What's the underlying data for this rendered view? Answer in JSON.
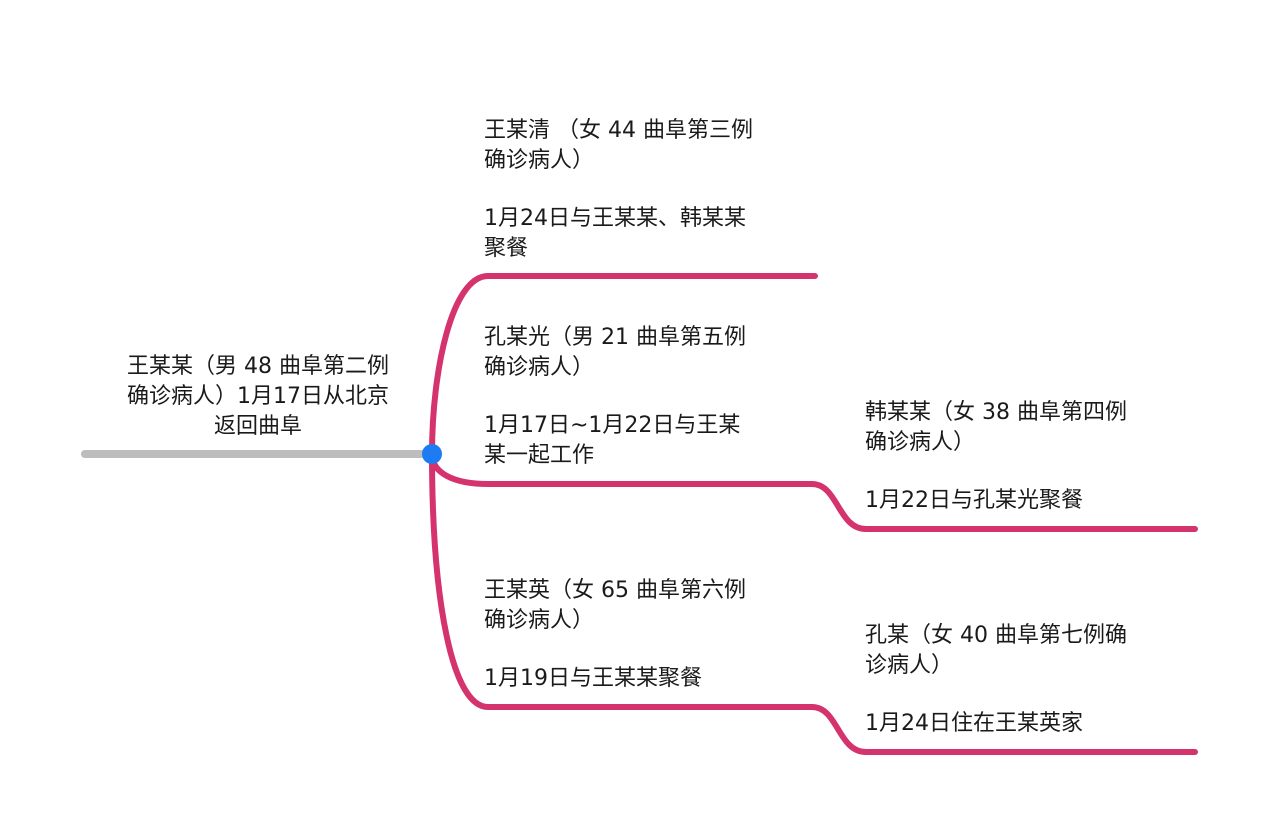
{
  "colors": {
    "branch": "#d4336e",
    "root_line": "#bdbdbd",
    "root_dot": "#1e7cf2"
  },
  "root": {
    "lines": [
      "王某某（男 48 曲阜第二例",
      "确诊病人）1月17日从北京",
      "返回曲阜"
    ]
  },
  "nodes": [
    {
      "id": "wang-mouqing",
      "title": [
        "王某清 （女 44 曲阜第三例",
        "确诊病人）"
      ],
      "detail": [
        "1月24日与王某某、韩某某",
        "聚餐"
      ]
    },
    {
      "id": "kong-mouguang",
      "title": [
        "孔某光（男 21 曲阜第五例",
        "确诊病人）"
      ],
      "detail": [
        "1月17日~1月22日与王某",
        "某一起工作"
      ]
    },
    {
      "id": "han-moumou",
      "title": [
        "韩某某（女 38 曲阜第四例",
        "确诊病人）"
      ],
      "detail": [
        "1月22日与孔某光聚餐"
      ]
    },
    {
      "id": "wang-mouying",
      "title": [
        "王某英（女 65 曲阜第六例",
        "确诊病人）"
      ],
      "detail": [
        "1月19日与王某某聚餐"
      ]
    },
    {
      "id": "kong-mou",
      "title": [
        "孔某（女 40 曲阜第七例确",
        "诊病人）"
      ],
      "detail": [
        "1月24日住在王某英家"
      ]
    }
  ]
}
